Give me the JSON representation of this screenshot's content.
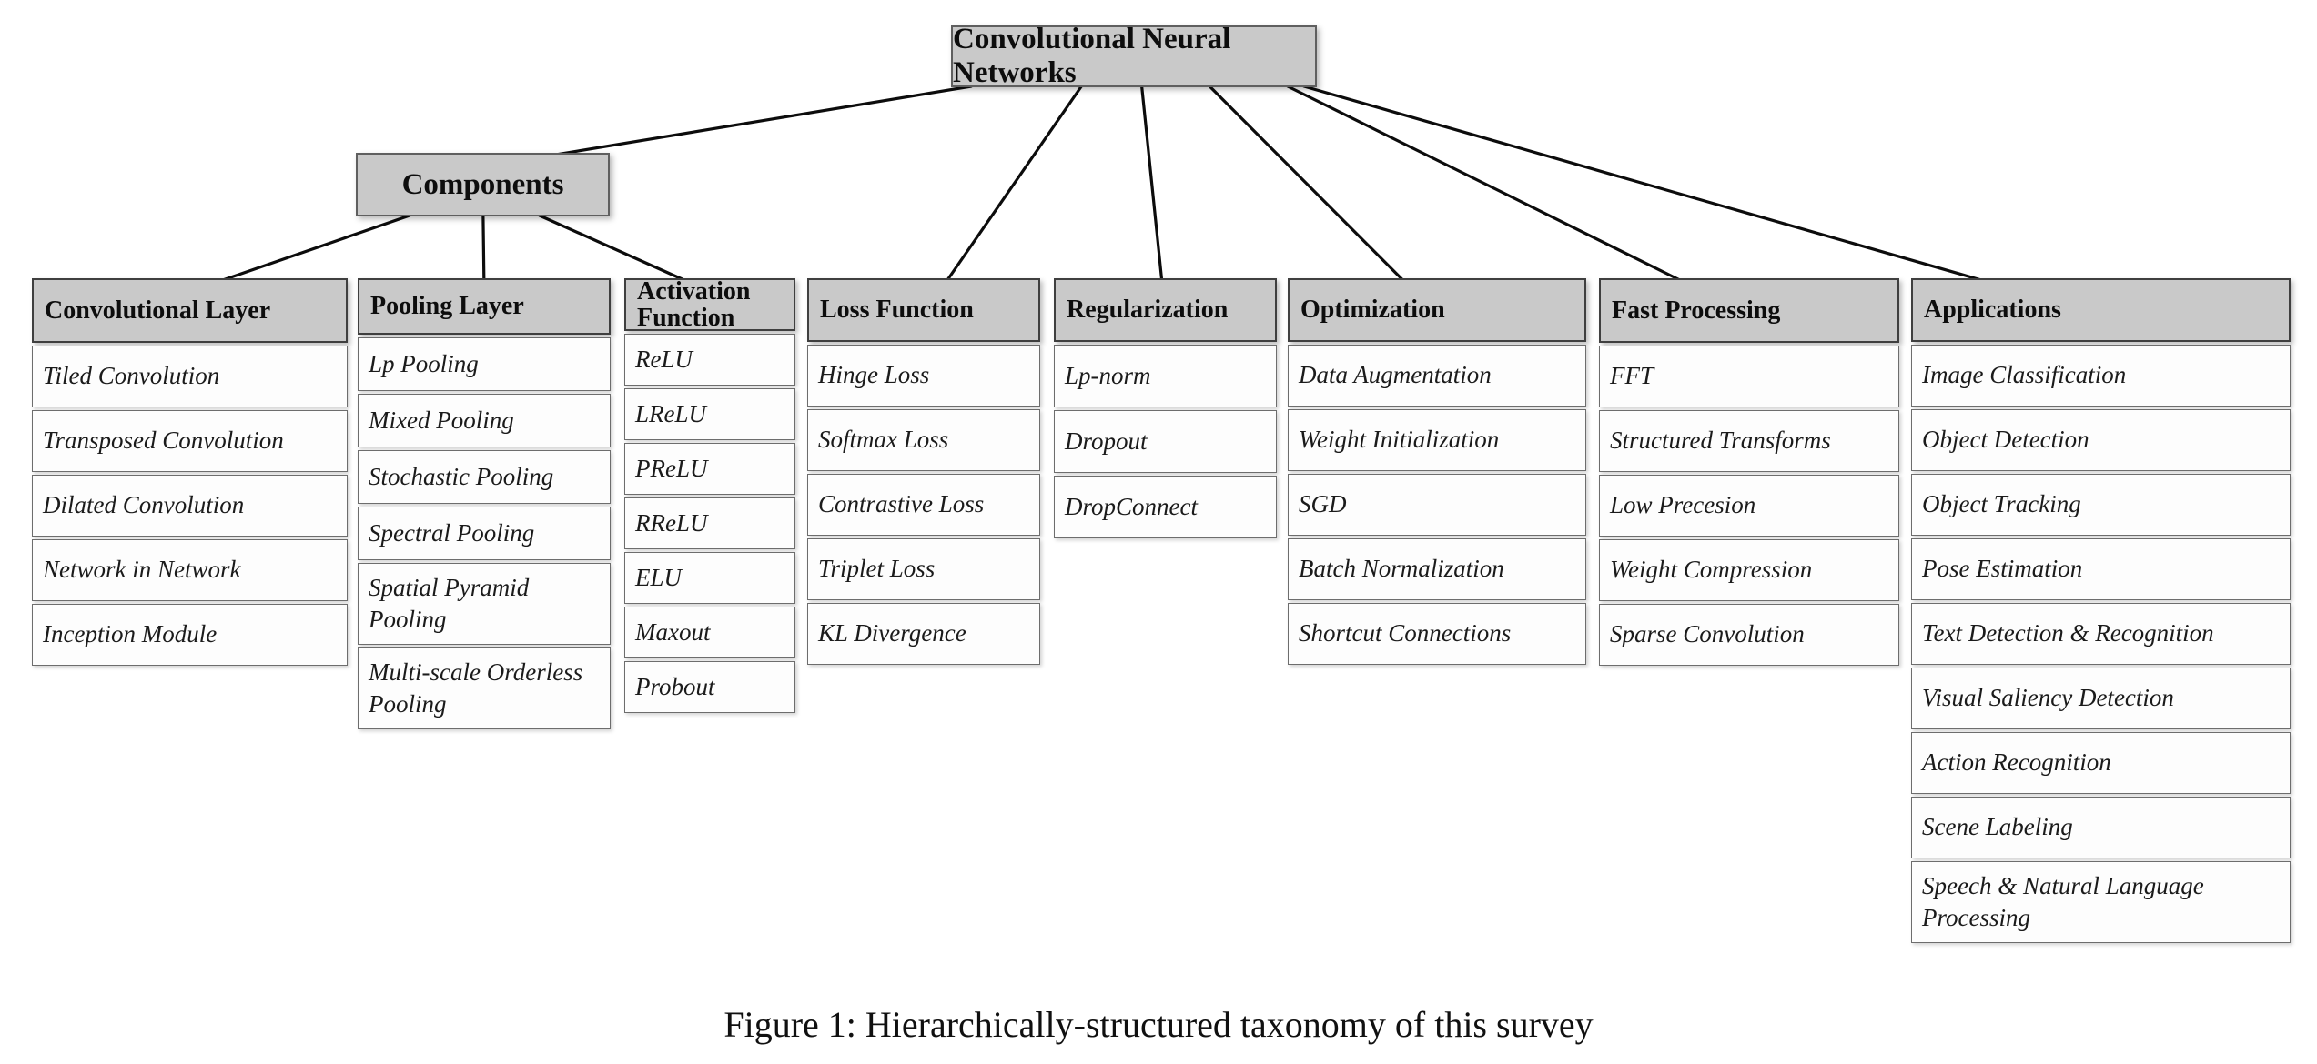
{
  "figure": {
    "root_label": "Convolutional Neural Networks",
    "components_label": "Components",
    "caption": "Figure 1: Hierarchically-structured taxonomy of this survey"
  },
  "columns": [
    {
      "title": "Convolutional Layer",
      "items": [
        "Tiled Convolution",
        "Transposed Convolution",
        "Dilated Convolution",
        "Network in Network",
        "Inception Module"
      ]
    },
    {
      "title": "Pooling Layer",
      "items": [
        "Lp Pooling",
        "Mixed Pooling",
        "Stochastic Pooling",
        "Spectral Pooling",
        "Spatial Pyramid Pooling",
        "Multi-scale Orderless Pooling"
      ]
    },
    {
      "title": "Activation Function",
      "items": [
        "ReLU",
        "LReLU",
        "PReLU",
        "RReLU",
        "ELU",
        "Maxout",
        "Probout"
      ]
    },
    {
      "title": "Loss Function",
      "items": [
        "Hinge Loss",
        "Softmax Loss",
        "Contrastive Loss",
        "Triplet Loss",
        "KL Divergence"
      ]
    },
    {
      "title": "Regularization",
      "items": [
        "Lp-norm",
        "Dropout",
        "DropConnect"
      ]
    },
    {
      "title": "Optimization",
      "items": [
        "Data Augmentation",
        "Weight Initialization",
        "SGD",
        "Batch Normalization",
        "Shortcut Connections"
      ]
    },
    {
      "title": "Fast Processing",
      "items": [
        "FFT",
        "Structured Transforms",
        "Low Precesion",
        "Weight Compression",
        "Sparse Convolution"
      ]
    },
    {
      "title": "Applications",
      "items": [
        "Image Classification",
        "Object Detection",
        "Object Tracking",
        "Pose Estimation",
        "Text Detection & Recognition",
        "Visual Saliency Detection",
        "Action Recognition",
        "Scene Labeling",
        "Speech & Natural Language Processing"
      ]
    }
  ],
  "edges": [
    {
      "from": "root-node",
      "to": "components-node"
    },
    {
      "from": "root-node",
      "to": "column-loss-function"
    },
    {
      "from": "root-node",
      "to": "column-regularization"
    },
    {
      "from": "root-node",
      "to": "column-optimization"
    },
    {
      "from": "root-node",
      "to": "column-fast-processing"
    },
    {
      "from": "root-node",
      "to": "column-applications"
    },
    {
      "from": "components-node",
      "to": "column-convolutional-layer"
    },
    {
      "from": "components-node",
      "to": "column-pooling-layer"
    },
    {
      "from": "components-node",
      "to": "column-activation-function"
    }
  ],
  "style": {
    "header_fill": "#c9c9c9",
    "edge_color": "#0c0c0c"
  }
}
